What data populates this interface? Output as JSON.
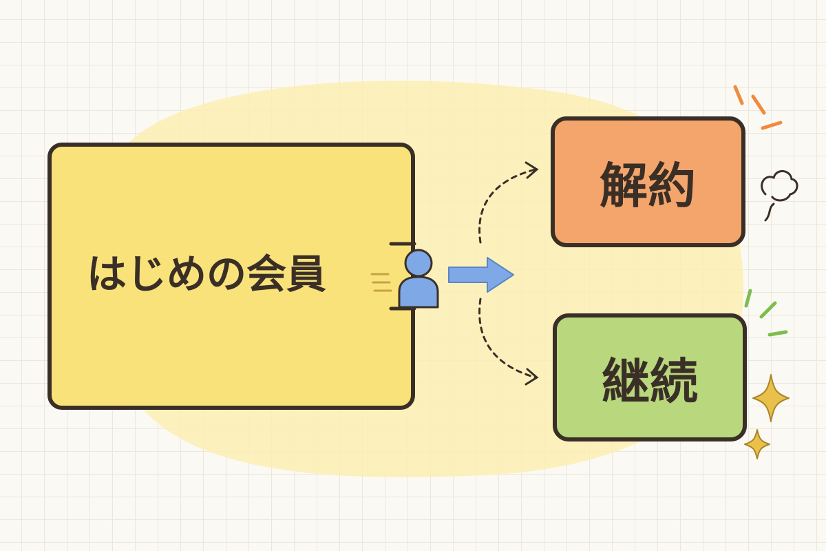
{
  "diagram": {
    "source_box": {
      "label": "はじめの会員",
      "fill": "#f9e27a"
    },
    "outcome_cancel": {
      "label": "解約",
      "fill": "#f4a56c"
    },
    "outcome_continue": {
      "label": "継続",
      "fill": "#b9d77d"
    }
  },
  "colors": {
    "background": "#fbf9f3",
    "blob": "#fcefb3",
    "outline": "#3a2f26",
    "person": "#7ea8e6",
    "arrow": "#7ea8e6",
    "spark_orange": "#f08a3c",
    "spark_green": "#7cbd4c",
    "sparkle_gold": "#e9c14a"
  },
  "icons": {
    "person": "person-icon",
    "main_arrow": "right-arrow-icon",
    "steam": "steam-puff-icon",
    "sparkle": "sparkle-icon"
  }
}
